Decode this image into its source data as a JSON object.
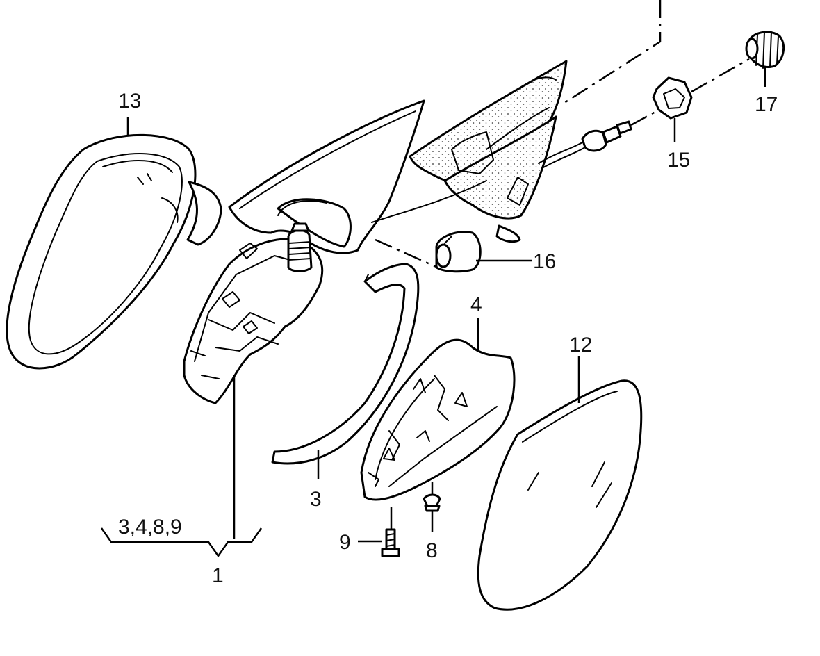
{
  "callouts": {
    "c1": "1",
    "c3": "3",
    "c4": "4",
    "c8": "8",
    "c9": "9",
    "c12": "12",
    "c13": "13",
    "c15": "15",
    "c16": "16",
    "c17": "17",
    "group_list": "3,4,8,9"
  }
}
